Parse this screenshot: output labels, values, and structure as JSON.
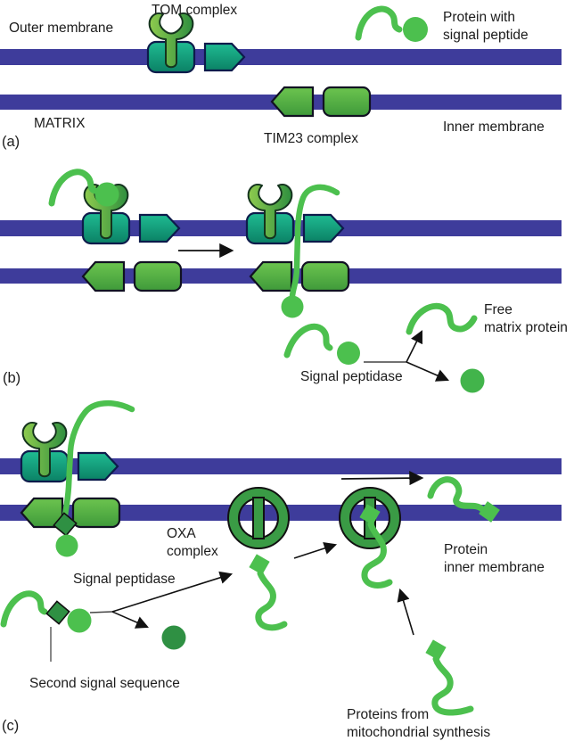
{
  "figure": {
    "description": "Mitochondrial protein import pathways diagram",
    "panel_tags": [
      "(a)",
      "(b)",
      "(c)"
    ]
  },
  "colors": {
    "membrane_blue": "#3e3c9b",
    "tom_teal": "#12a57f",
    "tim_green": "#55b447",
    "oxa_dark_green": "#3a9b45",
    "protein_light_green": "#4cc04e",
    "cleaved_dark_green": "#2f9043",
    "outline_dark": "#111111"
  },
  "panels": {
    "a": {
      "tag": "(a)",
      "labels": {
        "outer_membrane": "Outer membrane",
        "tom_complex": "TOM complex",
        "protein_signal": "Protein with\nsignal peptide",
        "matrix": "MATRIX",
        "tim23_complex": "TIM23 complex",
        "inner_membrane": "Inner membrane"
      }
    },
    "b": {
      "tag": "(b)",
      "labels": {
        "signal_peptidase": "Signal peptidase",
        "free_matrix": "Free\nmatrix protein"
      }
    },
    "c": {
      "tag": "(c)",
      "labels": {
        "oxa_complex": "OXA\ncomplex",
        "signal_peptidase": "Signal peptidase",
        "second_signal": "Second signal sequence",
        "protein_inner": "Protein\ninner membrane",
        "mito_synthesis": "Proteins from\nmitochondrial synthesis"
      }
    }
  }
}
